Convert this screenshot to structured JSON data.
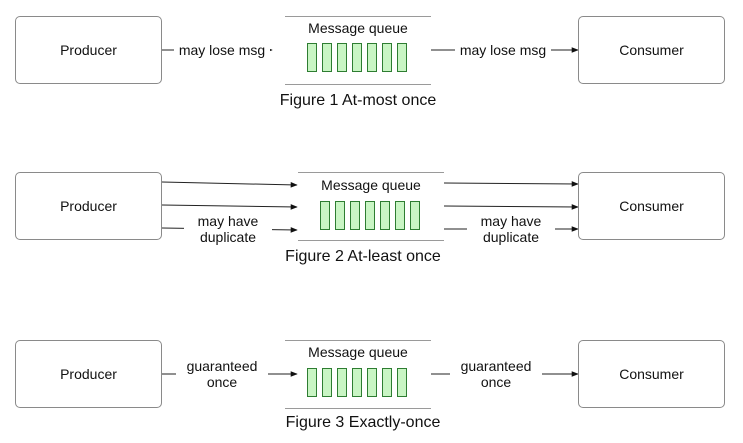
{
  "figures": [
    {
      "producer": "Producer",
      "consumer": "Consumer",
      "queue_title": "Message queue",
      "label_in": "may lose msg",
      "label_out": "may lose msg",
      "caption": "Figure 1 At-most once"
    },
    {
      "producer": "Producer",
      "consumer": "Consumer",
      "queue_title": "Message queue",
      "label_in_line1": "may have",
      "label_in_line2": "duplicate",
      "label_out_line1": "may have",
      "label_out_line2": "duplicate",
      "caption": "Figure 2 At-least once"
    },
    {
      "producer": "Producer",
      "consumer": "Consumer",
      "queue_title": "Message queue",
      "label_in_line1": "guaranteed",
      "label_in_line2": "once",
      "label_out_line1": "guaranteed",
      "label_out_line2": "once",
      "caption": "Figure 3 Exactly-once"
    }
  ],
  "colors": {
    "queue_cell_fill": "#c9f5c4",
    "queue_cell_border": "#2e7d32",
    "box_border": "#8a8a8a"
  }
}
